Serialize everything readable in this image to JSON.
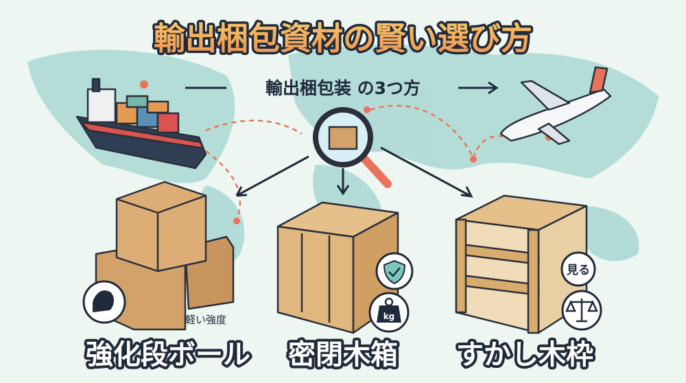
{
  "title": "輸出梱包資材の賢い選び方",
  "subtitle": "輸出梱包装 の3つ方",
  "options": [
    {
      "label": "強化段ボール",
      "note": "軽い強度",
      "icon": "muscle-arm-icon"
    },
    {
      "label": "密閉木箱",
      "badge_kg": "kg",
      "icon": "shield-check-icon"
    },
    {
      "label": "すかし木枠",
      "badge_text": "見る",
      "icon": "balance-scale-icon"
    }
  ],
  "colors": {
    "background": "#eef6f1",
    "map": "#a9d8d4",
    "title_fill": "#f2a65a",
    "cardboard": "#d3a26a",
    "wood": "#e0b77e",
    "route": "#e8735a",
    "navy": "#1f2a3a"
  }
}
